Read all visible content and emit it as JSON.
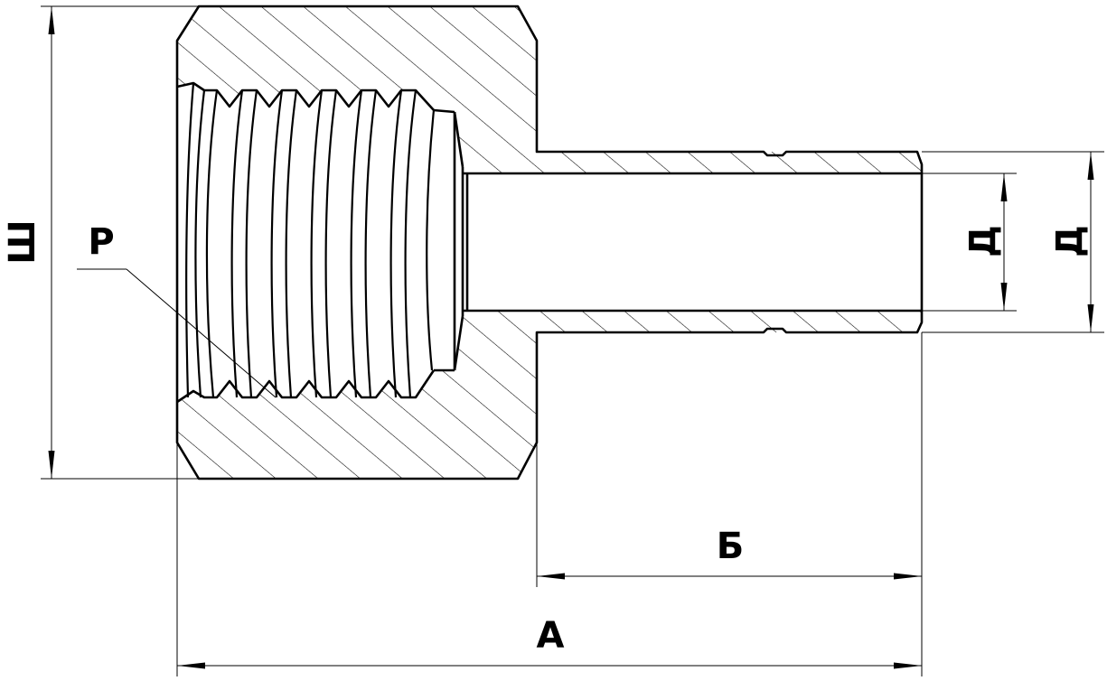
{
  "labels": {
    "width_label": "Ш",
    "thread_label": "Р",
    "inner_diameter_label": "Д",
    "outer_diameter_label": "Д",
    "length_b_label": "Б",
    "length_a_label": "А"
  }
}
